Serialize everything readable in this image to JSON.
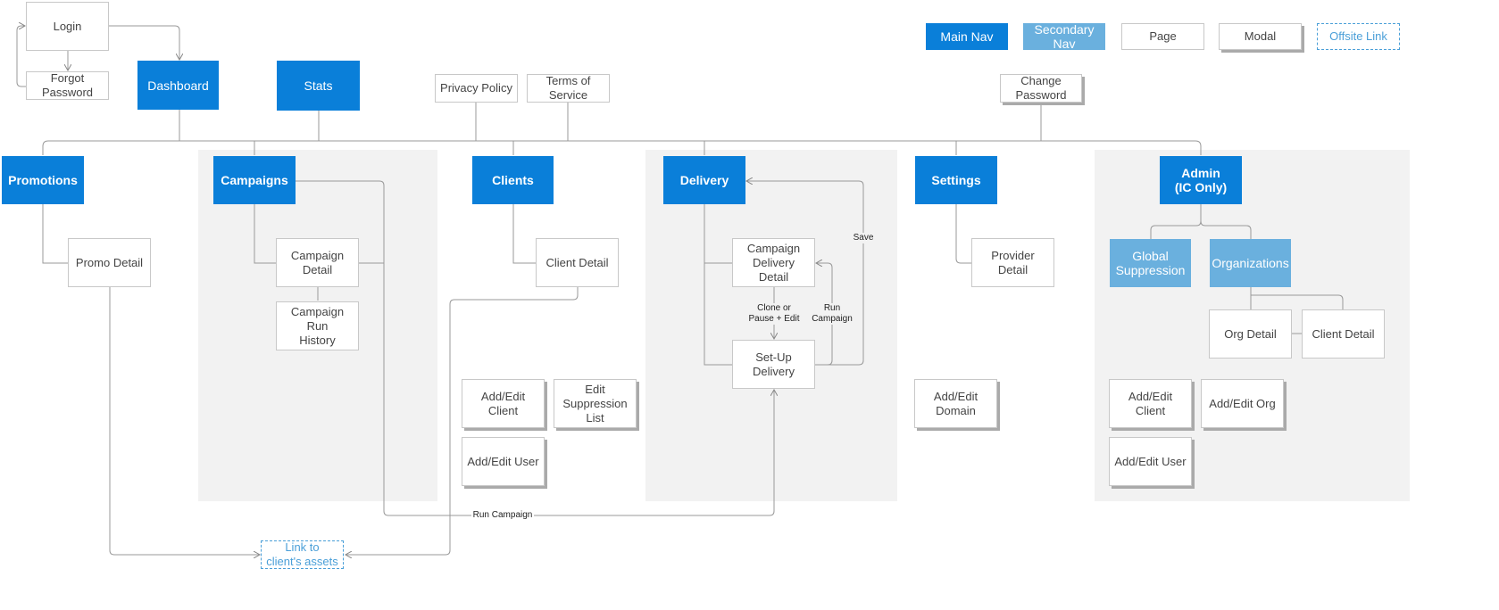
{
  "legend": {
    "main_nav": "Main Nav",
    "secondary_nav": "Secondary Nav",
    "page": "Page",
    "modal": "Modal",
    "offsite_link": "Offsite Link"
  },
  "colors": {
    "main_nav": "#0a7fd9",
    "secondary_nav": "#6ab0de",
    "offsite_link": "#4a9fd8",
    "section_area": "#f2f2f2"
  },
  "nodes": {
    "login": "Login",
    "forgot_password": "Forgot\nPassword",
    "dashboard": "Dashboard",
    "stats": "Stats",
    "privacy_policy": "Privacy Policy",
    "terms_of_service": "Terms of\nService",
    "change_password": "Change\nPassword",
    "promotions": "Promotions",
    "promo_detail": "Promo Detail",
    "campaigns": "Campaigns",
    "campaign_detail": "Campaign\nDetail",
    "campaign_run_history": "Campaign Run\nHistory",
    "clients": "Clients",
    "client_detail": "Client Detail",
    "add_edit_client": "Add/Edit Client",
    "edit_suppression_list": "Edit\nSuppression\nList",
    "add_edit_user": "Add/Edit User",
    "delivery": "Delivery",
    "campaign_delivery_detail": "Campaign\nDelivery Detail",
    "set_up_delivery": "Set-Up Delivery",
    "settings": "Settings",
    "provider_detail": "Provider Detail",
    "add_edit_domain": "Add/Edit\nDomain",
    "admin": "Admin\n(IC Only)",
    "global_suppression": "Global\nSuppression",
    "organizations": "Organizations",
    "org_detail": "Org Detail",
    "admin_client_detail": "Client Detail",
    "admin_add_edit_client": "Add/Edit Client",
    "add_edit_org": "Add/Edit Org",
    "admin_add_edit_user": "Add/Edit User",
    "link_client_assets": "Link to\nclient's assets"
  },
  "edge_labels": {
    "save": "Save",
    "clone_pause_edit": "Clone or\nPause + Edit",
    "run_campaign_short": "Run\nCampaign",
    "run_campaign": "Run Campaign"
  }
}
